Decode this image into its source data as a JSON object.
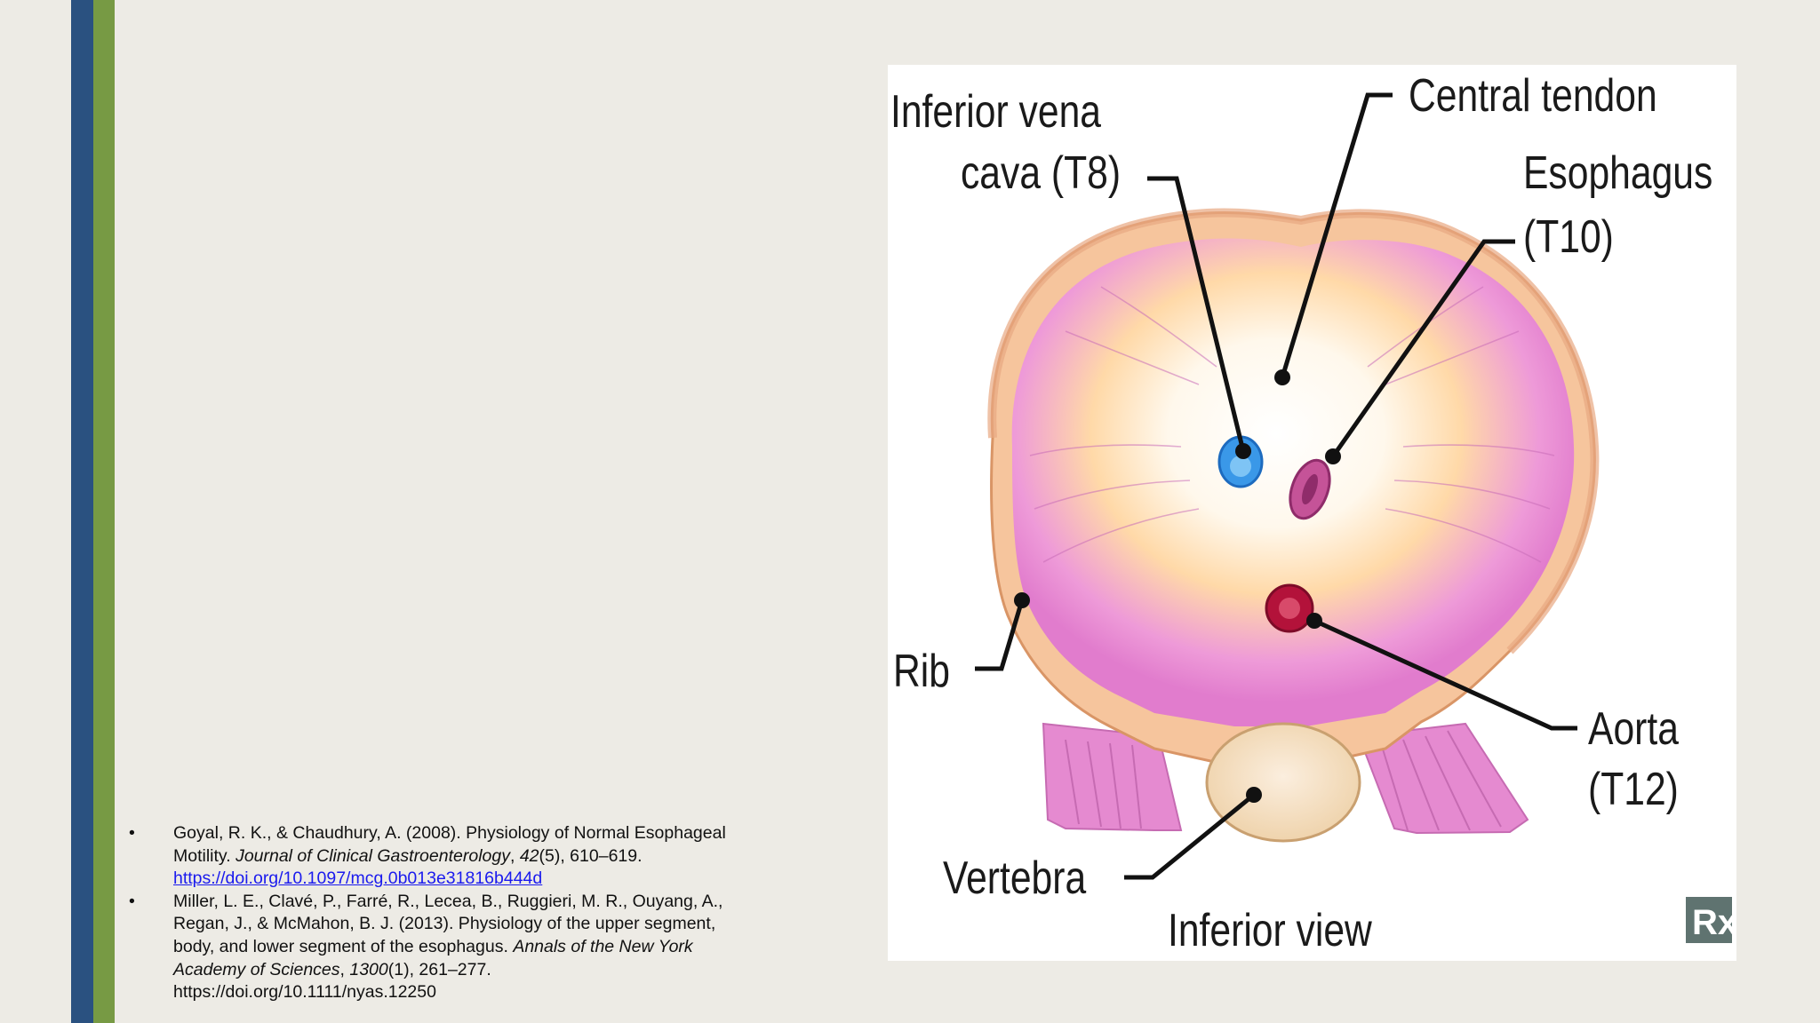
{
  "references": [
    {
      "bullet": "•",
      "line1": "Goyal, R. K., & Chaudhury, A. (2008). Physiology of Normal Esophageal",
      "line2_a": "Motility. ",
      "line2_journal": "Journal of Clinical Gastroenterology",
      "line2_b": ", ",
      "line2_volume": "42",
      "line2_c": "(5), 610–619.",
      "doi": "https://doi.org/10.1097/mcg.0b013e31816b444d"
    },
    {
      "bullet": "•",
      "line1": "Miller, L. E., Clavé, P., Farré, R., Lecea, B., Ruggieri, M. R., Ouyang, A.,",
      "line2": "Regan, J., & McMahon, B. J. (2013). Physiology of the upper segment,",
      "line3_a": "body, and lower segment of the esophagus. ",
      "line3_journal": "Annals of the New York",
      "line4_journal": "Academy of Sciences",
      "line4_b": ", ",
      "line4_volume": "1300",
      "line4_c": "(1), 261–277.",
      "doi": "https://doi.org/10.1111/nyas.12250"
    }
  ],
  "figure": {
    "labels": {
      "ivc_1": "Inferior vena",
      "ivc_2": "cava (T8)",
      "central_tendon": "Central tendon",
      "esophagus_1": "Esophagus",
      "esophagus_2": "(T10)",
      "rib": "Rib",
      "aorta_1": "Aorta",
      "aorta_2": "(T12)",
      "vertebra": "Vertebra",
      "view": "Inferior view",
      "logo": "Rx"
    },
    "colors": {
      "muscle": "#e37fd0",
      "tendon": "#fff6e6",
      "rim": "#f4c8a2",
      "ivc": "#3a98e8",
      "esophagus": "#b43a86",
      "aorta": "#b3123a",
      "vertebra": "#f4dfb9"
    }
  }
}
